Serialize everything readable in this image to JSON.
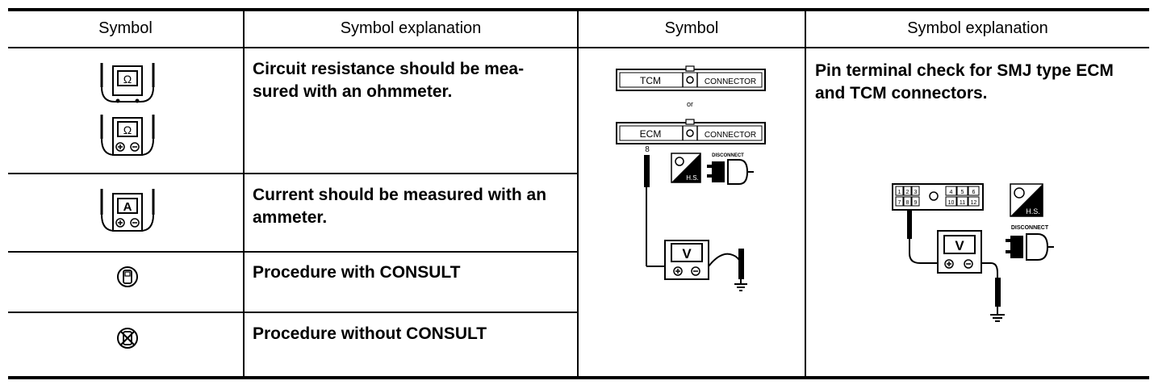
{
  "headers": {
    "col1": "Symbol",
    "col2": "Symbol explanation",
    "col3": "Symbol",
    "col4": "Symbol explanation"
  },
  "rows": [
    {
      "explanation_line1": "Circuit resistance should be mea-",
      "explanation_line2": "sured with an ohmmeter.",
      "icon": "ohmmeter-icon"
    },
    {
      "explanation_line1": "Current should be measured with an",
      "explanation_line2": "ammeter.",
      "icon": "ammeter-icon"
    },
    {
      "explanation": "Procedure with CONSULT",
      "icon": "consult-icon"
    },
    {
      "explanation": "Procedure without CONSULT",
      "icon": "no-consult-icon"
    }
  ],
  "right_block": {
    "explanation_line1": "Pin terminal check for SMJ type ECM",
    "explanation_line2": "and TCM connectors.",
    "diagram_labels": {
      "tcm": "TCM",
      "ecm": "ECM",
      "connector": "CONNECTOR",
      "or": "or",
      "pin": "8",
      "hs": "H.S.",
      "disconnect": "DISCONNECT",
      "volt": "V",
      "ohm": "Ω",
      "amp": "A"
    },
    "pin_grid": [
      "1",
      "2",
      "3",
      "4",
      "5",
      "6",
      "7",
      "8",
      "9",
      "10",
      "11",
      "12"
    ]
  }
}
